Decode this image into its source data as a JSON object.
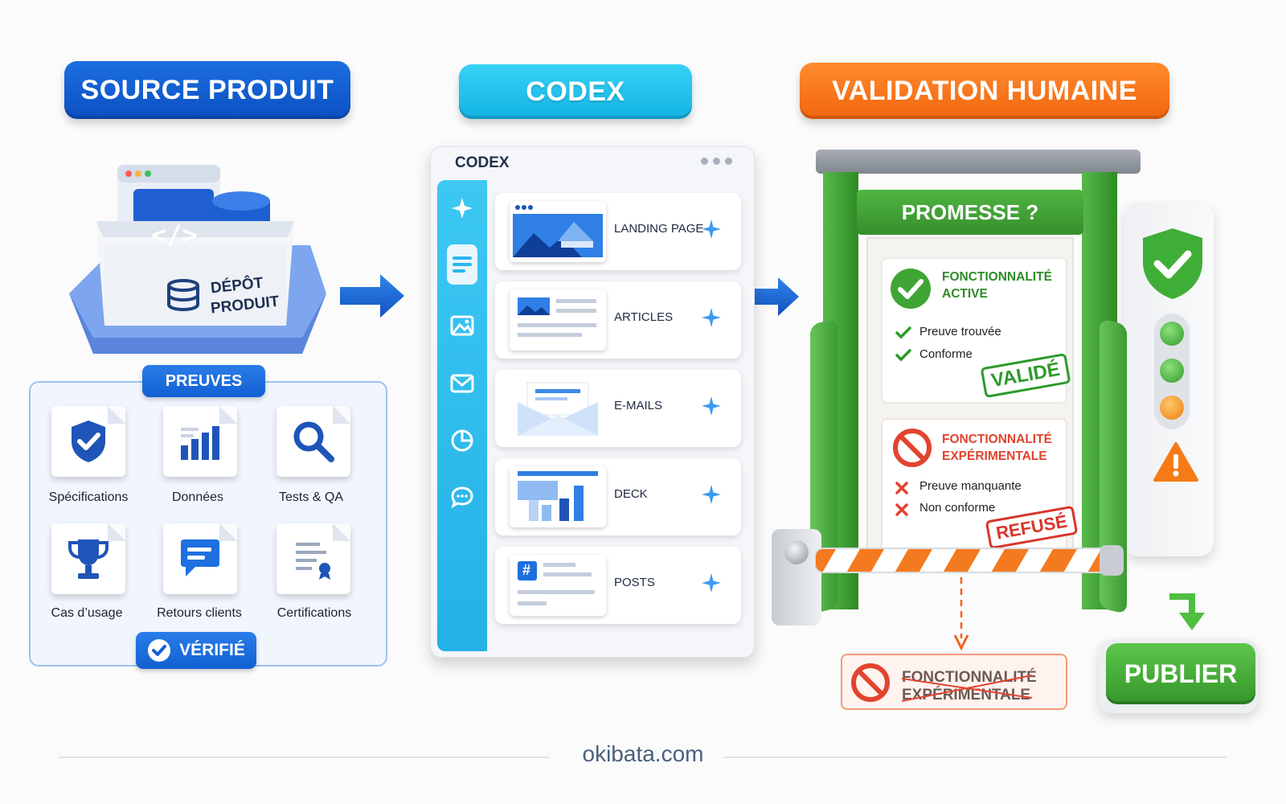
{
  "headers": {
    "source": "SOURCE PRODUIT",
    "codex": "CODEX",
    "validation": "VALIDATION HUMAINE"
  },
  "repo": {
    "label_line1": "DÉPÔT",
    "label_line2": "PRODUIT",
    "code_glyph": "</>"
  },
  "evidence": {
    "title": "PREUVES",
    "items": [
      {
        "label": "Spécifications",
        "icon": "shield-check-icon"
      },
      {
        "label": "Données",
        "icon": "bar-chart-icon"
      },
      {
        "label": "Tests & QA",
        "icon": "magnifier-icon"
      },
      {
        "label": "Cas d’usage",
        "icon": "trophy-icon"
      },
      {
        "label": "Retours clients",
        "icon": "chat-bubble-icon"
      },
      {
        "label": "Certifications",
        "icon": "certificate-icon"
      }
    ],
    "verified": "VÉRIFIÉ"
  },
  "codex_window": {
    "title": "CODEX",
    "items": [
      {
        "label": "LANDING PAGE"
      },
      {
        "label": "ARTICLES"
      },
      {
        "label": "E-MAILS"
      },
      {
        "label": "DECK"
      },
      {
        "label": "POSTS"
      }
    ],
    "post_hash": "#"
  },
  "gate": {
    "sign": "PROMESSE ?",
    "approved": {
      "title_line1": "FONCTIONNALITÉ",
      "title_line2": "ACTIVE",
      "checks": [
        "Preuve trouvée",
        "Conforme"
      ],
      "stamp": "VALIDÉ"
    },
    "rejected": {
      "title_line1": "FONCTIONNALITÉ",
      "title_line2": "EXPÉRIMENTALE",
      "checks": [
        "Preuve manquante",
        "Non conforme"
      ],
      "stamp": "REFUSÉ"
    },
    "blocked_line1": "FONCTIONNALITÉ",
    "blocked_line2": "EXPÉRIMENTALE",
    "publish": "PUBLIER"
  },
  "colors": {
    "blue": "#1560d6",
    "cyan": "#2dc0ef",
    "orange": "#f57417",
    "green": "#3fa535",
    "red": "#e2442f"
  },
  "footer": "okibata.com"
}
